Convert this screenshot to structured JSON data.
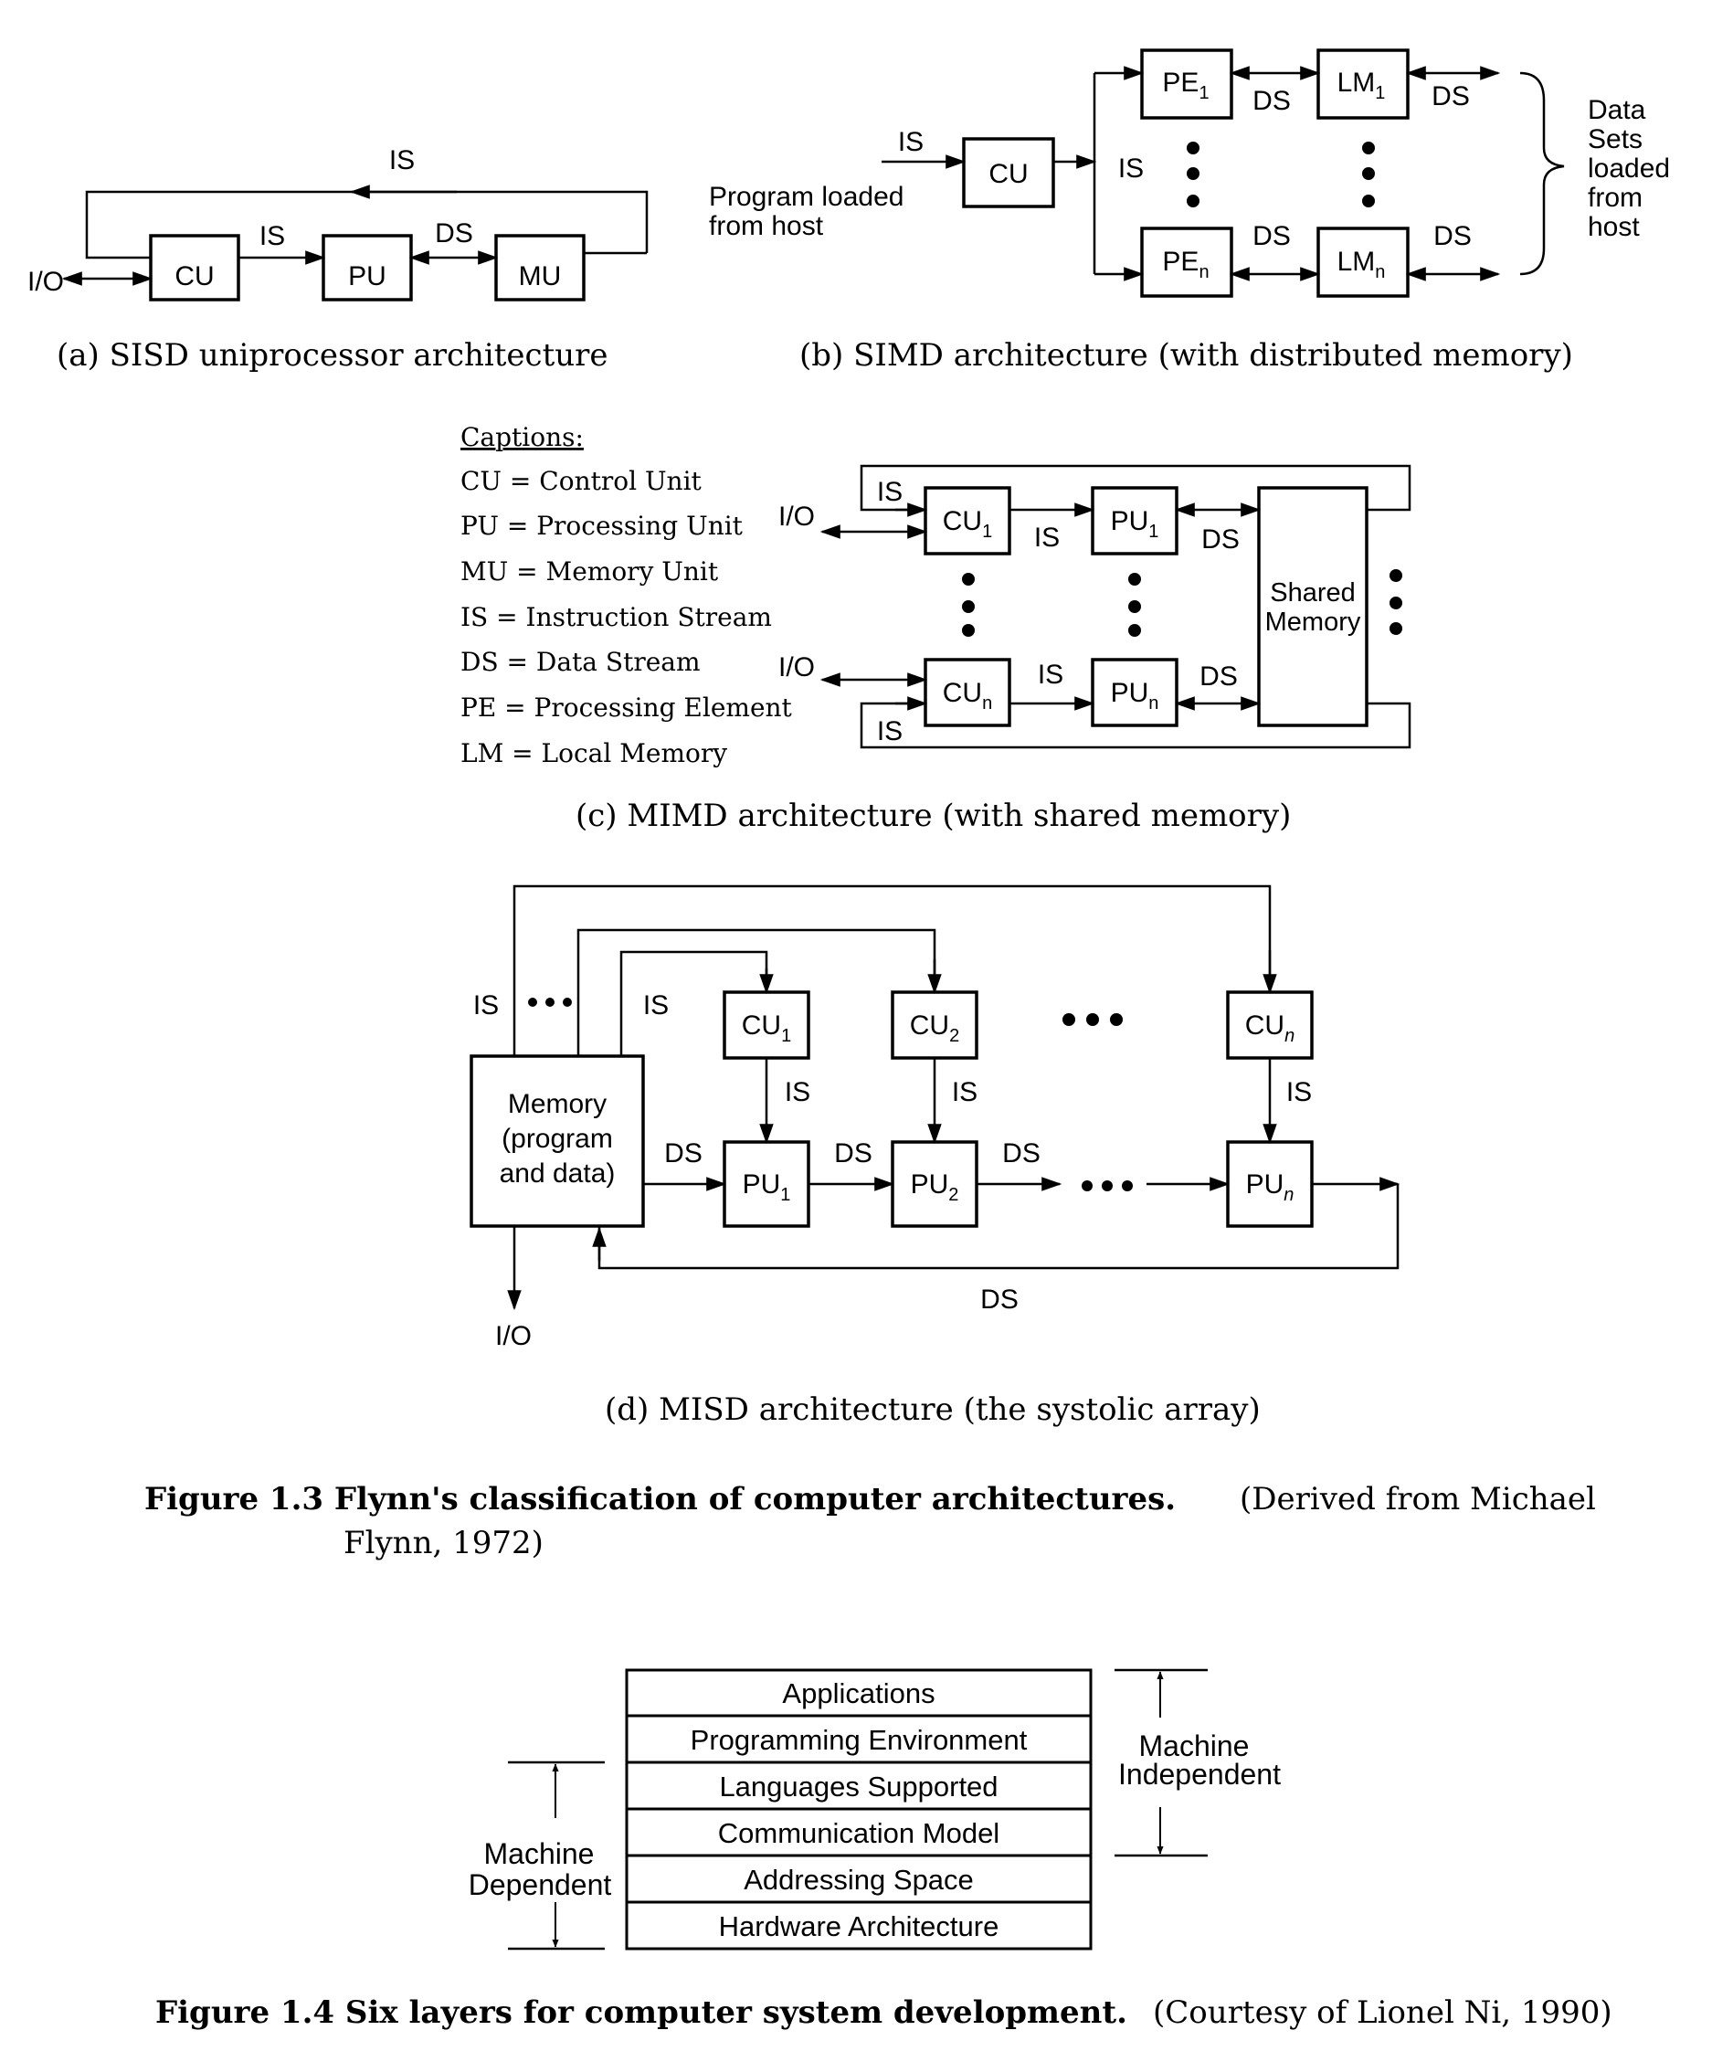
{
  "fig13": {
    "a": {
      "cu": "CU",
      "pu": "PU",
      "mu": "MU",
      "is_top": "IS",
      "is_mid": "IS",
      "ds": "DS",
      "io": "I/O",
      "caption": "(a) SISD uniprocessor architecture"
    },
    "b": {
      "pe1": "PE",
      "pe1_sub": "1",
      "pen": "PE",
      "pen_sub": "n",
      "lm1": "LM",
      "lm1_sub": "1",
      "lmn": "LM",
      "lmn_sub": "n",
      "cu": "CU",
      "is_in": "IS",
      "is_mid": "IS",
      "ds_1a": "DS",
      "ds_1b": "DS",
      "ds_na": "DS",
      "ds_nb": "DS",
      "program_l1": "Program loaded",
      "program_l2": "from host",
      "data_l1": "Data",
      "data_l2": "Sets",
      "data_l3": "loaded",
      "data_l4": "from",
      "data_l5": "host",
      "caption": "(b) SIMD architecture (with distributed memory)"
    },
    "captions_legend": {
      "heading": "Captions:",
      "items": [
        "CU = Control Unit",
        "PU = Processing Unit",
        "MU = Memory Unit",
        "IS = Instruction Stream",
        "DS = Data Stream",
        "PE = Processing Element",
        "LM = Local Memory"
      ]
    },
    "c": {
      "cu1": "CU",
      "cu1_sub": "1",
      "cun": "CU",
      "cun_sub": "n",
      "pu1": "PU",
      "pu1_sub": "1",
      "pun": "PU",
      "pun_sub": "n",
      "shared_l1": "Shared",
      "shared_l2": "Memory",
      "io_top": "I/O",
      "io_bot": "I/O",
      "is_1a": "IS",
      "is_1b": "IS",
      "is_na": "IS",
      "is_nb": "IS",
      "ds_1": "DS",
      "ds_n": "DS",
      "caption": "(c) MIMD architecture (with shared memory)"
    },
    "d": {
      "memory_l1": "Memory",
      "memory_l2": "(program",
      "memory_l3": "and data)",
      "cu1": "CU",
      "cu1_sub": "1",
      "cu2": "CU",
      "cu2_sub": "2",
      "cun": "CU",
      "cun_sub": "n",
      "pu1": "PU",
      "pu1_sub": "1",
      "pu2": "PU",
      "pu2_sub": "2",
      "pun": "PU",
      "pun_sub": "n",
      "is_left": "IS",
      "is_mid": "IS",
      "is_v1": "IS",
      "is_v2": "IS",
      "is_vn": "IS",
      "ds_1": "DS",
      "ds_2": "DS",
      "ds_3": "DS",
      "ds_bottom": "DS",
      "io": "I/O",
      "caption": "(d) MISD architecture (the systolic array)"
    },
    "caption": {
      "label": "Figure 1.3 Flynn's classification of computer architectures.",
      "source_l1": "(Derived from Michael",
      "source_l2": "Flynn, 1972)"
    }
  },
  "fig14": {
    "layers": [
      "Applications",
      "Programming Environment",
      "Languages Supported",
      "Communication Model",
      "Addressing Space",
      "Hardware Architecture"
    ],
    "machine_independent_l1": "Machine",
    "machine_independent_l2": "Independent",
    "machine_dependent_l1": "Machine",
    "machine_dependent_l2": "Dependent",
    "caption": {
      "label": "Figure 1.4 Six layers for computer system development.",
      "source": "(Courtesy of Lionel Ni, 1990)"
    }
  }
}
